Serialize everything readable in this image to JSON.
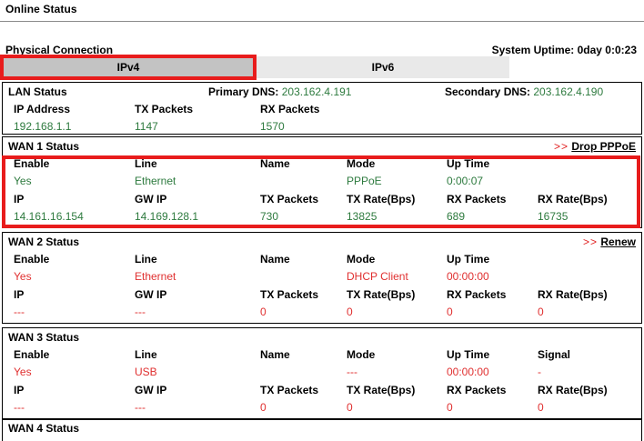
{
  "page": {
    "title": "Online Status",
    "section_label": "Physical Connection",
    "uptime_label": "System Uptime:",
    "uptime_value": "0day 0:0:23",
    "uptime_full": "System Uptime: 0day 0:0:23"
  },
  "colors": {
    "value_green": "#2d7a3e",
    "value_red": "#e03030",
    "highlight_red": "#e81c1c",
    "tab_active_bg": "#c3c3c3",
    "tab_inactive_bg": "#e9e9e9"
  },
  "tabs": [
    {
      "label": "IPv4",
      "active": true
    },
    {
      "label": "IPv6",
      "active": false
    }
  ],
  "lan": {
    "title": "LAN Status",
    "primary_dns_label": "Primary DNS:",
    "primary_dns_value": "203.162.4.191",
    "secondary_dns_label": "Secondary DNS:",
    "secondary_dns_value": "203.162.4.190",
    "headers": [
      "IP Address",
      "TX Packets",
      "RX Packets"
    ],
    "values": [
      "192.168.1.1",
      "1147",
      "1570"
    ]
  },
  "wan1": {
    "title": "WAN 1 Status",
    "action_arrows": ">>",
    "action_label": "Drop PPPoE",
    "headers_row1": [
      "Enable",
      "Line",
      "Name",
      "Mode",
      "Up Time"
    ],
    "values_row1": [
      "Yes",
      "Ethernet",
      "",
      "PPPoE",
      "0:00:07"
    ],
    "headers_row2": [
      "IP",
      "GW IP",
      "TX Packets",
      "TX Rate(Bps)",
      "RX Packets",
      "RX Rate(Bps)"
    ],
    "values_row2": [
      "14.161.16.154",
      "14.169.128.1",
      "730",
      "13825",
      "689",
      "16735"
    ]
  },
  "wan2": {
    "title": "WAN 2 Status",
    "action_arrows": ">>",
    "action_label": "Renew",
    "headers_row1": [
      "Enable",
      "Line",
      "Name",
      "Mode",
      "Up Time"
    ],
    "values_row1": [
      "Yes",
      "Ethernet",
      "",
      "DHCP Client",
      "00:00:00"
    ],
    "headers_row2": [
      "IP",
      "GW IP",
      "TX Packets",
      "TX Rate(Bps)",
      "RX Packets",
      "RX Rate(Bps)"
    ],
    "values_row2": [
      "---",
      "---",
      "0",
      "0",
      "0",
      "0"
    ]
  },
  "wan3": {
    "title": "WAN 3 Status",
    "headers_row1": [
      "Enable",
      "Line",
      "Name",
      "Mode",
      "Up Time",
      "Signal"
    ],
    "values_row1": [
      "Yes",
      "USB",
      "",
      "---",
      "00:00:00",
      "-"
    ],
    "headers_row2": [
      "IP",
      "GW IP",
      "TX Packets",
      "TX Rate(Bps)",
      "RX Packets",
      "RX Rate(Bps)"
    ],
    "values_row2": [
      "---",
      "---",
      "0",
      "0",
      "0",
      "0"
    ]
  },
  "wan4": {
    "title": "WAN 4 Status"
  }
}
